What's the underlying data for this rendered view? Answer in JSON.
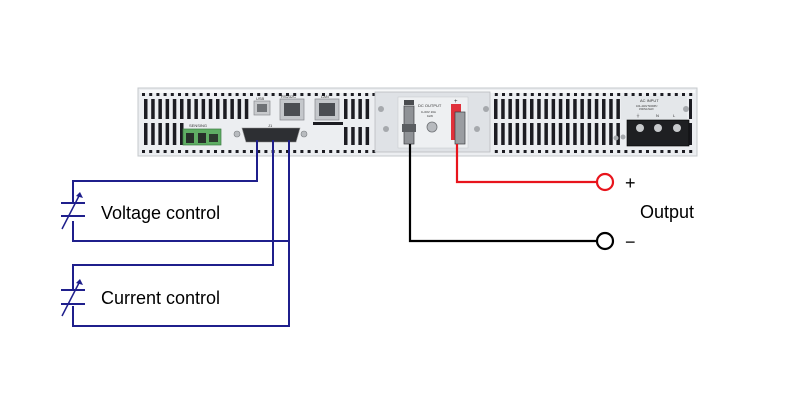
{
  "diagram": {
    "title": "Power supply rear panel external analog control wiring",
    "device": {
      "panel_labels": {
        "usb": "USB",
        "rs232c": "RS232C",
        "lan": "LAN",
        "j1": "J1",
        "sensing": "SENSING",
        "dc_output": "DC OUTPUT",
        "dc_output_rating": "0~60V 16A",
        "dc_output_rating2": "1kW",
        "dc_minus": "−",
        "dc_plus": "+",
        "ac_input": "AC INPUT",
        "ac_input_rating": "100~240V 50/60Hz",
        "ac_input_rating2": "1500VA MAX",
        "ac_terminals": [
          "⏚",
          "N",
          "L"
        ]
      }
    },
    "controls": [
      {
        "label": "Voltage control",
        "symbol": "variable-capacitor-icon"
      },
      {
        "label": "Current control",
        "symbol": "variable-capacitor-icon"
      }
    ],
    "output": {
      "label": "Output",
      "plus_sign": "+",
      "minus_sign": "−"
    },
    "colors": {
      "control_wire": "#1f1f8c",
      "positive_wire": "#e8141c",
      "negative_wire": "#000000",
      "panel": "#e9ebee",
      "vent": "#1c1c22",
      "terminal_green": "#5fae64"
    }
  }
}
